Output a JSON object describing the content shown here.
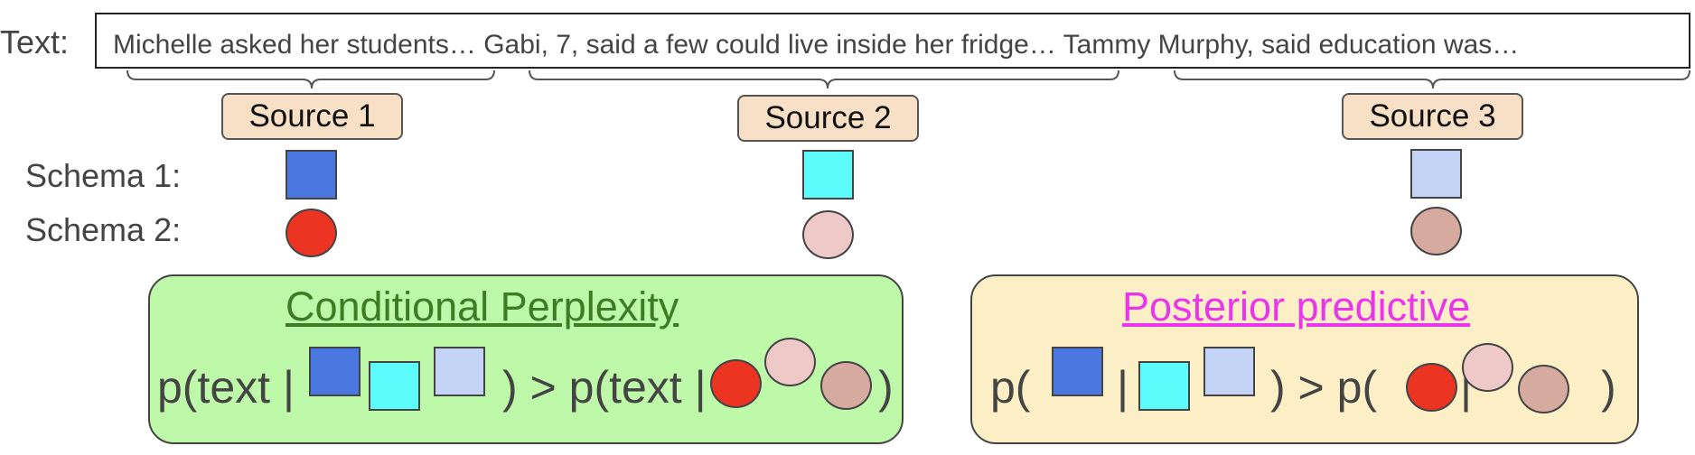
{
  "text_row": {
    "label": "Text:",
    "content": "Michelle asked her students… Gabi, 7, said a few could live inside her fridge… Tammy Murphy, said education was…"
  },
  "sources": [
    "Source 1",
    "Source 2",
    "Source 3"
  ],
  "schema_labels": [
    "Schema 1:",
    "Schema 2:"
  ],
  "colors": {
    "schema1": [
      "#4a78e0",
      "#5cfcfc",
      "#c4d4f6"
    ],
    "schema2": [
      "#ec3423",
      "#efc8c8",
      "#d7aa9f"
    ],
    "source_fill": "#f8e0c6",
    "panel_left_fill": "#bdf9a9",
    "panel_right_fill": "#fcefc6",
    "title_left": "#3c7d23",
    "title_right": "#ea36ea"
  },
  "panels": {
    "left": {
      "title": "Conditional Perplexity",
      "eq_part1": "p(text |",
      "eq_part2": ") > p(text |",
      "eq_part3": ")"
    },
    "right": {
      "title": "Posterior predictive",
      "eq_part1": "p(",
      "eq_sep": "|",
      "eq_part2": ") > p(",
      "eq_part3": ")"
    }
  }
}
